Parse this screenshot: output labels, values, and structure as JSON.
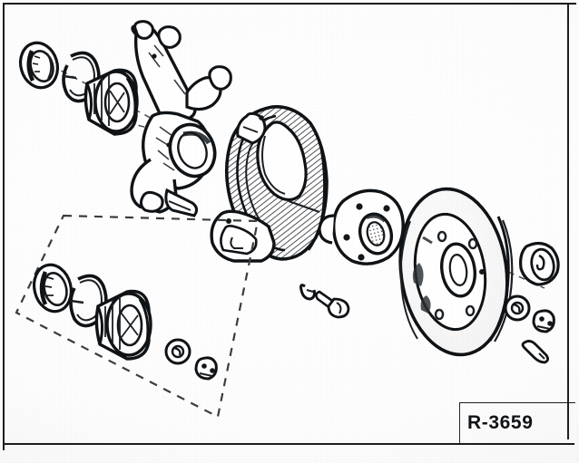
{
  "document": {
    "type": "exploded-parts-diagram",
    "subject": "Front wheel hub, bearing and brake disc assembly",
    "figure_label": "R-3659",
    "background_color": "#ffffff",
    "ink_color": "#111416",
    "frame_color": "#1a1d1f"
  },
  "figure": {
    "label": "R-3659",
    "ghost_text": [
      "",
      "",
      "",
      ""
    ]
  },
  "parts": {
    "upper_bearing_kit": [
      {
        "name": "grease-seal-cap",
        "label": ""
      },
      {
        "name": "snap-ring",
        "label": ""
      },
      {
        "name": "wheel-bearing",
        "label": ""
      }
    ],
    "main": [
      {
        "name": "steering-knuckle",
        "label": ""
      },
      {
        "name": "brake-dust-shield",
        "label": ""
      },
      {
        "name": "wheel-hub",
        "label": ""
      },
      {
        "name": "brake-disc",
        "label": ""
      }
    ],
    "center_hardware": [
      {
        "name": "retaining-clip",
        "label": ""
      },
      {
        "name": "disc-retaining-screw",
        "label": ""
      }
    ],
    "right_hardware": [
      {
        "name": "hub-grease-cap",
        "label": ""
      },
      {
        "name": "thrust-washer",
        "label": ""
      },
      {
        "name": "hub-nut",
        "label": ""
      },
      {
        "name": "set-screw",
        "label": ""
      }
    ],
    "inset_bearing_kit": [
      {
        "name": "grease-seal-cap",
        "label": ""
      },
      {
        "name": "snap-ring",
        "label": ""
      },
      {
        "name": "wheel-bearing",
        "label": ""
      },
      {
        "name": "thrust-washer",
        "label": ""
      },
      {
        "name": "hub-nut",
        "label": ""
      }
    ]
  },
  "annotations": {
    "inset_box_style": "dashed",
    "assembly_axis_style": "dashed",
    "axis_count": 3
  }
}
